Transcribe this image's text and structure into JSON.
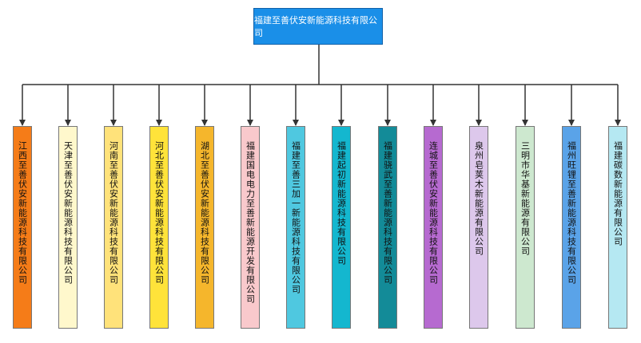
{
  "root": {
    "label": "福建至善伏安新能源科技有限公司",
    "color": "#1a8fe8"
  },
  "children": [
    {
      "label": "江西至善伏安新能源科技有限公司",
      "color": "#f57c18"
    },
    {
      "label": "天津至善伏安新能源科技有限公司",
      "color": "#fff8cc"
    },
    {
      "label": "河南至善伏安新能源科技有限公司",
      "color": "#ffe27a"
    },
    {
      "label": "河北至善伏安新能源科技有限公司",
      "color": "#ffe33a"
    },
    {
      "label": "湖北至善伏安新能源科技有限公司",
      "color": "#f5b62c"
    },
    {
      "label": "福建国电电力至善新能源开发有限公司",
      "color": "#f9c9cc"
    },
    {
      "label": "福建至善三加一新能源科技有限公司",
      "color": "#4fc8e0"
    },
    {
      "label": "福建起初新能源科技有限公司",
      "color": "#14b7cf"
    },
    {
      "label": "福建骁武至善新能源科技有限公司",
      "color": "#138b98"
    },
    {
      "label": "连城至善伏安新能源科技有限公司",
      "color": "#b66ad0"
    },
    {
      "label": "泉州皂荚木新能源有限公司",
      "color": "#ddc8ec"
    },
    {
      "label": "三明市华基新能源有限公司",
      "color": "#cde8cf"
    },
    {
      "label": "福州旺锂至善新能源科技有限公司",
      "color": "#5aa3e8"
    },
    {
      "label": "福建碳数新能源有限公司",
      "color": "#b5e8f2"
    }
  ]
}
